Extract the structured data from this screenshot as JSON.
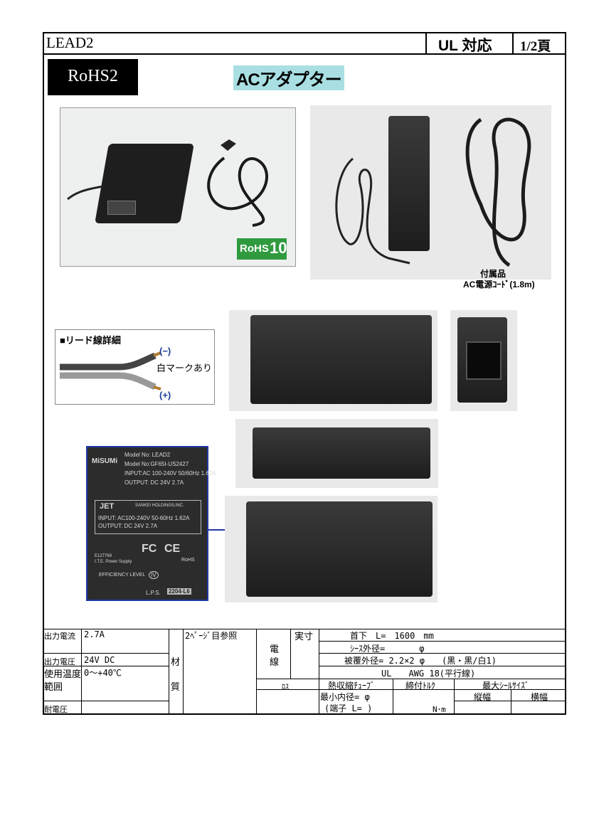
{
  "header": {
    "model": "LEAD2",
    "ul": "UL 対応",
    "page": "1/2頁"
  },
  "badges": {
    "rohs2": "RoHS2",
    "title": "ACアダプター",
    "rohs10": "RoHS",
    "rohs10_num": "10"
  },
  "photo_caption": {
    "line1": "付属品",
    "line2": "AC電源ｺｰﾄﾞ(1.8m)"
  },
  "lead_detail": {
    "title": "■リード線詳細",
    "minus": "(−)",
    "mark": "白マークあり",
    "plus": "(+)"
  },
  "label": {
    "model1": "Model No: LEAD2",
    "model2": "Model No:GF65I-US2427",
    "input": "INPUT:AC 100-240V 50/60Hz 1.62A",
    "output": "OUTPUT: DC 24V 2.7A",
    "brand": "MiSUMi",
    "jet": "JET",
    "maker": "SANKEI HOLDINGS,INC.",
    "jet_input": "INPUT: AC100-240V 50-60Hz 1.62A",
    "jet_output": "OUTPUT: DC 24V 2.7A",
    "ul_listed": "E127769",
    "lps_note": "I.T.E. Power Supply",
    "fc": "FC",
    "ce": "CE",
    "rohs": "RoHS",
    "efficiency": "EFFICIENCY LEVEL",
    "eff_level": "IV",
    "lps": "L.P.S.",
    "lps_code": "2204-L6"
  },
  "spec": {
    "out_current_label": "出力電流",
    "out_current": "2.7A",
    "out_voltage_label": "出力電圧",
    "out_voltage": "24V DC",
    "temp_label1": "使用温度",
    "temp_label2": "範囲",
    "temp": "0～+40℃",
    "withstand_label": "耐電圧",
    "material_1": "材",
    "material_2": "質",
    "material_note": "2ﾍﾟｰｼﾞ目参照",
    "wire_1": "電",
    "wire_2": "線",
    "actual": "実寸",
    "neck": "首下　L=　1600　mm",
    "sheath": "ｼｰｽ外径=　　　　φ",
    "cover": "被覆外径= 2.2×2 φ　　(黒・黒/白1)",
    "ul_awg": "UL　　AWG 18(平行線)",
    "loss": "ﾛｽ",
    "heat_shrink": "熱収縮ﾁｭｰﾌﾞ",
    "torque": "締付ﾄﾙｸ",
    "seal": "最大ｼｰﾙｻｲｽﾞ",
    "min_inner": "最小内径= φ",
    "terminal": "(端子 L= )",
    "nm": "N･m",
    "vertical": "縦幅",
    "horizontal": "横幅"
  }
}
